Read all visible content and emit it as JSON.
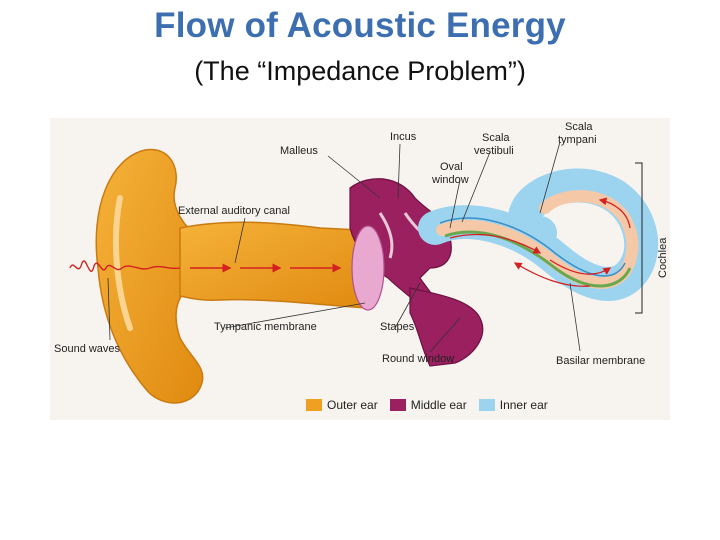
{
  "title": "Flow of Acoustic Energy",
  "subtitle": "(The “Impedance Problem”)",
  "labels": {
    "malleus": "Malleus",
    "incus": "Incus",
    "oval_window_1": "Oval",
    "oval_window_2": "window",
    "scala_vestibuli_1": "Scala",
    "scala_vestibuli_2": "vestibuli",
    "scala_tympani_1": "Scala",
    "scala_tympani_2": "tympani",
    "external_canal": "External auditory canal",
    "cochlea": "Cochlea",
    "sound_waves": "Sound waves",
    "tympanic_membrane": "Tympanic membrane",
    "stapes": "Stapes",
    "round_window": "Round window",
    "basilar_membrane": "Basilar membrane"
  },
  "legend": [
    {
      "label": "Outer ear",
      "color": "#f0a020"
    },
    {
      "label": "Middle ear",
      "color": "#9a2060"
    },
    {
      "label": "Inner ear",
      "color": "#9cd4f0"
    }
  ],
  "colors": {
    "title": "#3d6fb0",
    "outer_ear": "#f0a020",
    "middle_ear": "#9a2060",
    "inner_ear": "#9cd4f0",
    "arrow": "#d42020"
  }
}
